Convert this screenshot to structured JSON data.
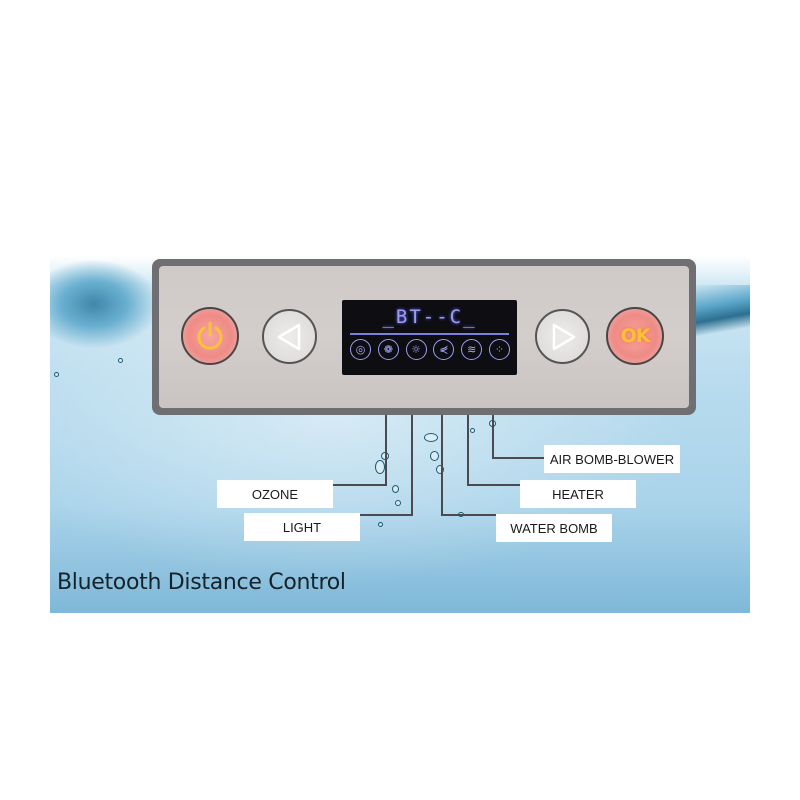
{
  "panel": {
    "power_button": {
      "icon": "power-icon",
      "color": "#f8c23a",
      "glow": "#ef8b86"
    },
    "left_arrow_button": {
      "icon": "triangle-left-icon"
    },
    "right_arrow_button": {
      "icon": "triangle-right-icon"
    },
    "ok_button": {
      "label": "OK",
      "color": "#f8c23a"
    },
    "display": {
      "text": "_BT--C_",
      "color": "#9b9cf2",
      "icons": [
        {
          "name": "ozone-icon",
          "glyph": "◎"
        },
        {
          "name": "light-icon",
          "glyph": "❁"
        },
        {
          "name": "sun-icon",
          "glyph": "☼"
        },
        {
          "name": "water-bomb-icon",
          "glyph": "⋞"
        },
        {
          "name": "heater-icon",
          "glyph": "≋"
        },
        {
          "name": "air-bomb-icon",
          "glyph": "⁘"
        }
      ]
    }
  },
  "callouts": [
    {
      "id": "ozone",
      "label": "OZONE"
    },
    {
      "id": "light",
      "label": "LIGHT"
    },
    {
      "id": "water_bomb",
      "label": "WATER BOMB"
    },
    {
      "id": "heater",
      "label": "HEATER"
    },
    {
      "id": "air_bomb_blower",
      "label": "AIR BOMB-BLOWER"
    }
  ],
  "caption": "Bluetooth Distance Control",
  "colors": {
    "background_water": "#a9d3ea",
    "panel_frame": "#6f6e73",
    "panel_face": "#d3cdcb",
    "connector_line": "#4b4b4f",
    "label_bg": "#ffffff"
  }
}
